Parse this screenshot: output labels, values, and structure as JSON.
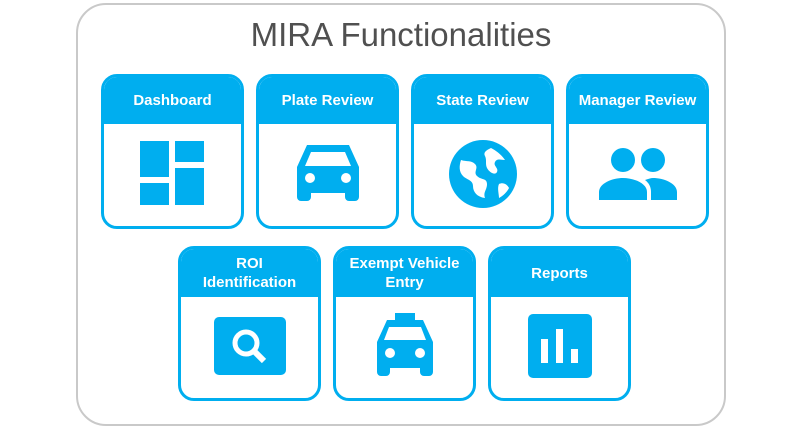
{
  "title": "MIRA Functionalities",
  "accent": "#00AEEF",
  "cards": [
    {
      "label": "Dashboard",
      "icon": "dashboard-icon"
    },
    {
      "label": "Plate Review",
      "icon": "car-icon"
    },
    {
      "label": "State Review",
      "icon": "globe-icon"
    },
    {
      "label": "Manager Review",
      "icon": "people-icon"
    },
    {
      "label": "ROI Identification",
      "icon": "search-icon"
    },
    {
      "label": "Exempt Vehicle Entry",
      "icon": "taxi-icon"
    },
    {
      "label": "Reports",
      "icon": "bar-chart-icon"
    }
  ]
}
